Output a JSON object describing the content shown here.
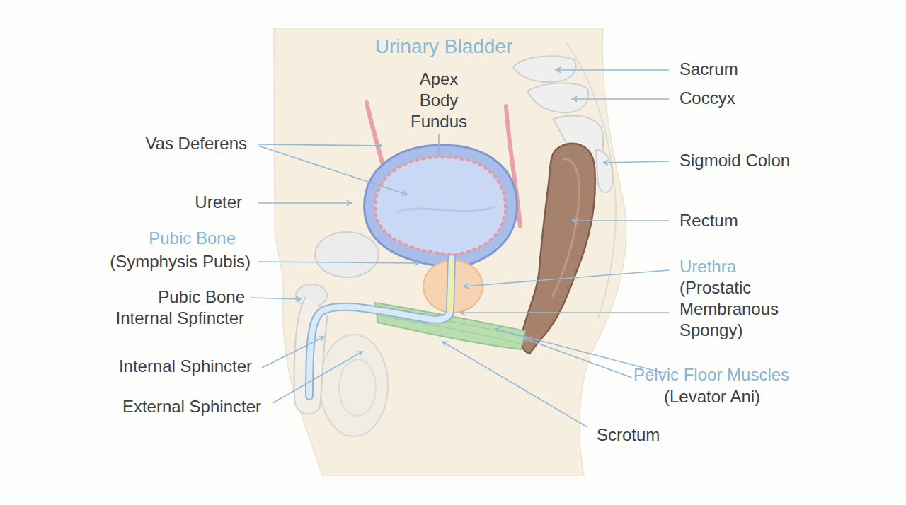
{
  "diagram": {
    "title": "Urinary Bladder",
    "labels": [
      "Apex",
      "Body",
      "Fundus",
      "Vas Deferens",
      "Ureter",
      "Pubic Bone",
      "(Symphysis Pubis)",
      "Pubic Bone",
      "Internal Spfincter",
      "Internal Sphincter",
      "External Sphincter",
      "Sacrum",
      "Coccyx",
      "Sigmoid Colon",
      "Rectum",
      "Urethra",
      "(Prostatic Membranous Spongy)",
      "Pelvic Floor Muscles",
      "(Levator Ani)",
      "Scrotum"
    ]
  }
}
